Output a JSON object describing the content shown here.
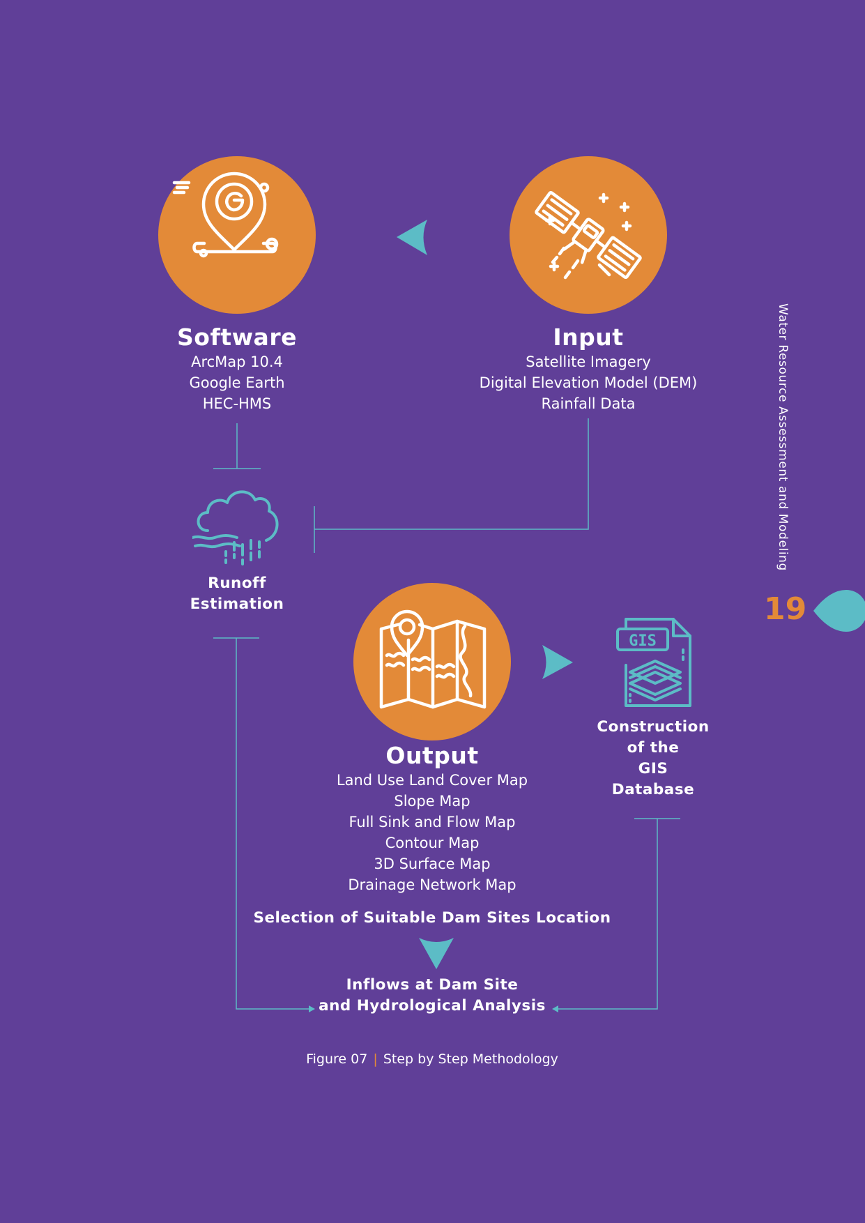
{
  "colors": {
    "background": "#603f98",
    "orange": "#e38a38",
    "teal": "#5cbcc6",
    "text": "#ffffff"
  },
  "side_title": "Water Resource Assessment and Modeling",
  "page_number": "19",
  "software": {
    "title": "Software",
    "items": [
      "ArcMap 10.4",
      "Google Earth",
      "HEC-HMS"
    ],
    "icon": "gis-location-icon"
  },
  "input": {
    "title": "Input",
    "items": [
      "Satellite Imagery",
      "Digital Elevation Model (DEM)",
      "Rainfall Data"
    ],
    "icon": "satellite-icon"
  },
  "runoff": {
    "lines": [
      "Runoff",
      "Estimation"
    ],
    "icon": "rain-cloud-icon"
  },
  "output": {
    "title": "Output",
    "items": [
      "Land Use Land Cover Map",
      "Slope Map",
      "Full Sink and Flow Map",
      "Contour Map",
      "3D Surface Map",
      "Drainage Network Map"
    ],
    "icon": "folded-map-icon"
  },
  "gis_database": {
    "lines": [
      "Construction",
      "of the",
      "GIS",
      "Database"
    ],
    "icon": "gis-file-icon",
    "icon_text": "GIS"
  },
  "selection": "Selection of Suitable Dam Sites Location",
  "inflows": {
    "lines": [
      "Inflows at Dam Site",
      "and Hydrological Analysis"
    ]
  },
  "caption": {
    "figure": "Figure 07",
    "separator": "|",
    "text": "Step by Step Methodology"
  }
}
